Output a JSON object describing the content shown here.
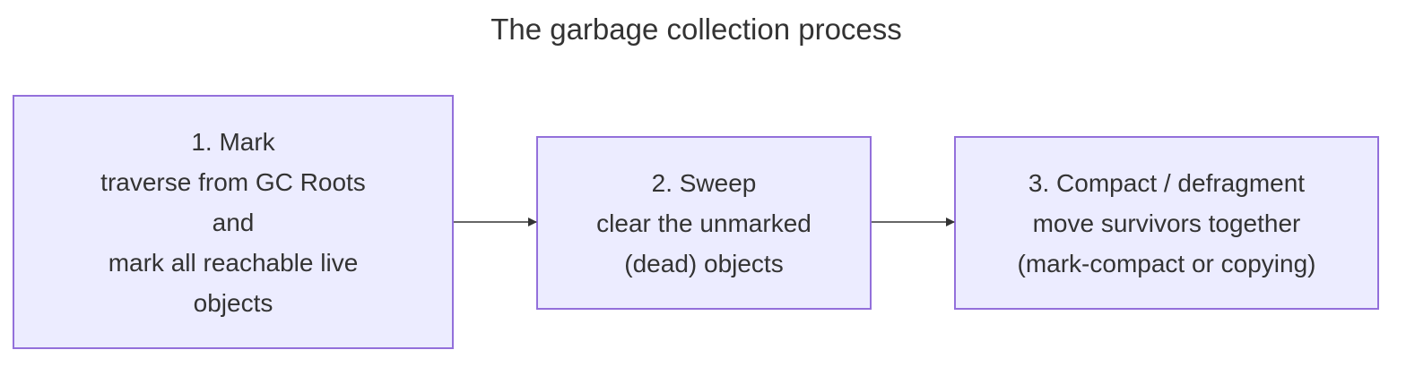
{
  "diagram": {
    "title": "The garbage collection process",
    "colors": {
      "node_fill": "#ECECFF",
      "node_border": "#9370DB",
      "text": "#333333",
      "edge": "#333333"
    },
    "nodes": [
      {
        "id": "mark",
        "lines": [
          "1. Mark",
          "traverse from GC Roots",
          "and",
          "mark all reachable live",
          "objects"
        ]
      },
      {
        "id": "sweep",
        "lines": [
          "2. Sweep",
          "clear the unmarked",
          "(dead) objects"
        ]
      },
      {
        "id": "compact",
        "lines": [
          "3. Compact / defragment",
          "move survivors together",
          "(mark-compact or copying)"
        ]
      }
    ],
    "edges": [
      {
        "from": "mark",
        "to": "sweep"
      },
      {
        "from": "sweep",
        "to": "compact"
      }
    ]
  }
}
